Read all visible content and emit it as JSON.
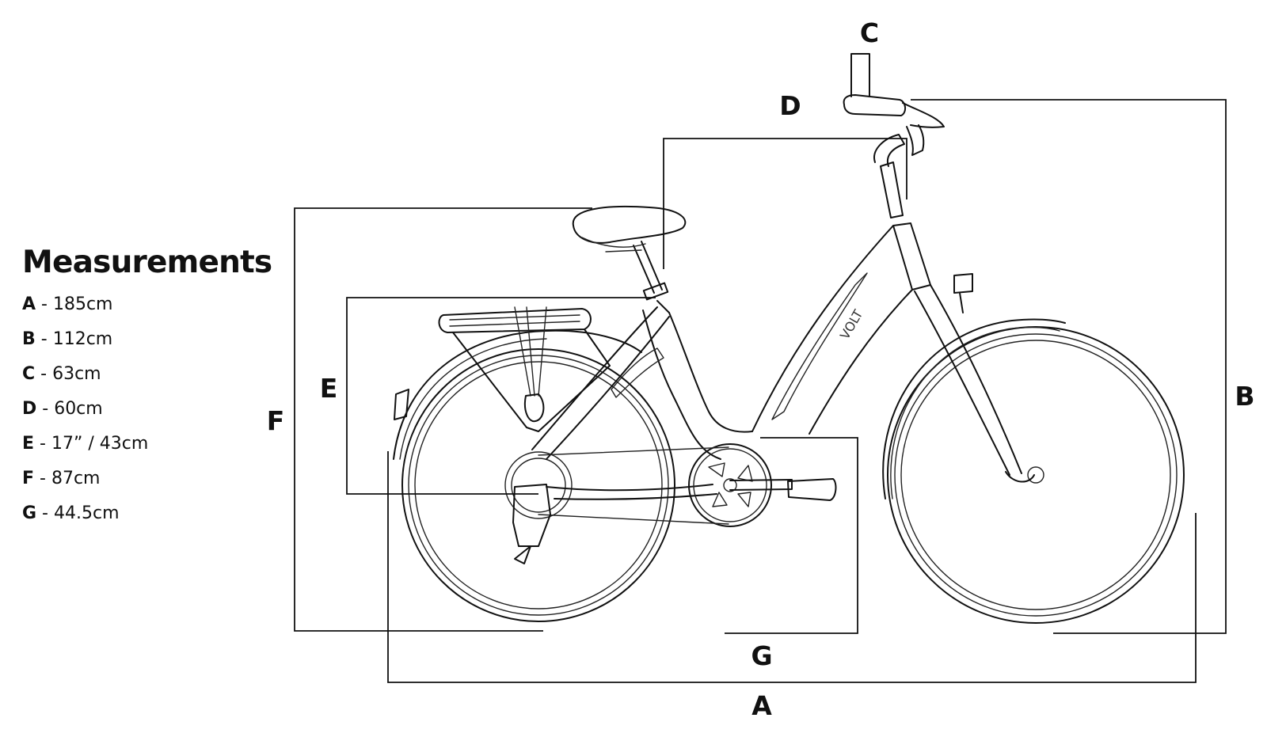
{
  "legend": {
    "title": "Measurements",
    "items": [
      {
        "key": "A",
        "text": " - 185cm"
      },
      {
        "key": "B",
        "text": " - 112cm"
      },
      {
        "key": "C",
        "text": " - 63cm"
      },
      {
        "key": "D",
        "text": " - 60cm"
      },
      {
        "key": "E",
        "text": " - 17” / 43cm"
      },
      {
        "key": "F",
        "text": " - 87cm"
      },
      {
        "key": "G",
        "text": " - 44.5cm"
      }
    ]
  },
  "labels": {
    "A": "A",
    "B": "B",
    "C": "C",
    "D": "D",
    "E": "E",
    "F": "F",
    "G": "G"
  },
  "brand": "VOLT"
}
